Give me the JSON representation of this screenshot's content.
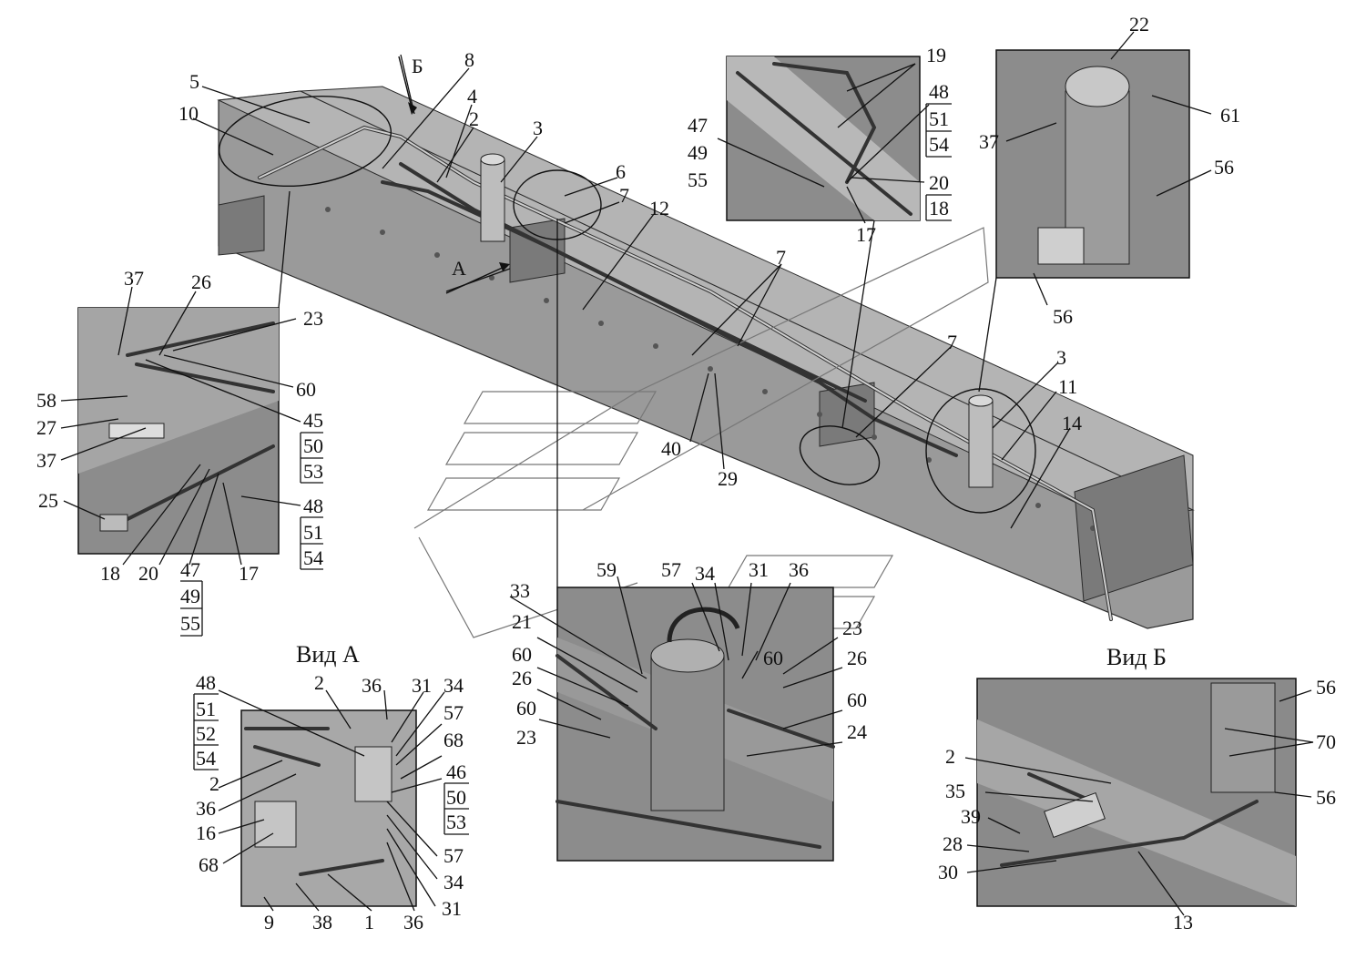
{
  "views": {
    "view_a_title": "Вид А",
    "view_b_title": "Вид Б"
  },
  "main": {
    "labels": {
      "n5": "5",
      "n10": "10",
      "b_arrow": "Б",
      "n8": "8",
      "n4": "4",
      "n2": "2",
      "n3": "3",
      "n6": "6",
      "n7a": "7",
      "n12": "12",
      "a_arrow": "А",
      "n7b": "7",
      "n40": "40",
      "n29": "29",
      "n7c": "7",
      "n3b": "3",
      "n11": "11",
      "n14": "14"
    }
  },
  "inset_top_mid": {
    "labels": {
      "n19": "19",
      "n47": "47",
      "n49": "49",
      "n55": "55",
      "n48": "48",
      "n51": "51",
      "n54": "54",
      "n20": "20",
      "n18": "18",
      "n17": "17"
    }
  },
  "inset_top_right": {
    "labels": {
      "n22": "22",
      "n37": "37",
      "n61": "61",
      "n56a": "56",
      "n56b": "56"
    }
  },
  "inset_left": {
    "labels": {
      "n37a": "37",
      "n26": "26",
      "n23": "23",
      "n60": "60",
      "n58": "58",
      "n27": "27",
      "n37b": "37",
      "n45": "45",
      "n50": "50",
      "n53": "53",
      "n25": "25",
      "n48": "48",
      "n51": "51",
      "n54": "54",
      "n18": "18",
      "n20": "20",
      "n47": "47",
      "n49": "49",
      "n55": "55",
      "n17": "17"
    }
  },
  "inset_center": {
    "labels": {
      "n33": "33",
      "n59": "59",
      "n57": "57",
      "n34": "34",
      "n31": "31",
      "n36": "36",
      "n21": "21",
      "n60a": "60",
      "n26a": "26",
      "n60b": "60",
      "n23a": "23",
      "n23b": "23",
      "n60c": "60",
      "n26b": "26",
      "n60d": "60",
      "n24": "24"
    }
  },
  "view_a": {
    "labels": {
      "n48": "48",
      "n51": "51",
      "n52": "52",
      "n54": "54",
      "n2a": "2",
      "n36a": "36",
      "n31a": "31",
      "n34a": "34",
      "n57a": "57",
      "n68a": "68",
      "n46": "46",
      "n50": "50",
      "n53": "53",
      "n2b": "2",
      "n36b": "36",
      "n16": "16",
      "n68b": "68",
      "n57b": "57",
      "n34b": "34",
      "n31b": "31",
      "n9": "9",
      "n38": "38",
      "n1": "1",
      "n36c": "36"
    }
  },
  "view_b": {
    "labels": {
      "n56a": "56",
      "n70": "70",
      "n2": "2",
      "n35": "35",
      "n39": "39",
      "n28": "28",
      "n30": "30",
      "n13": "13",
      "n56b": "56"
    }
  }
}
